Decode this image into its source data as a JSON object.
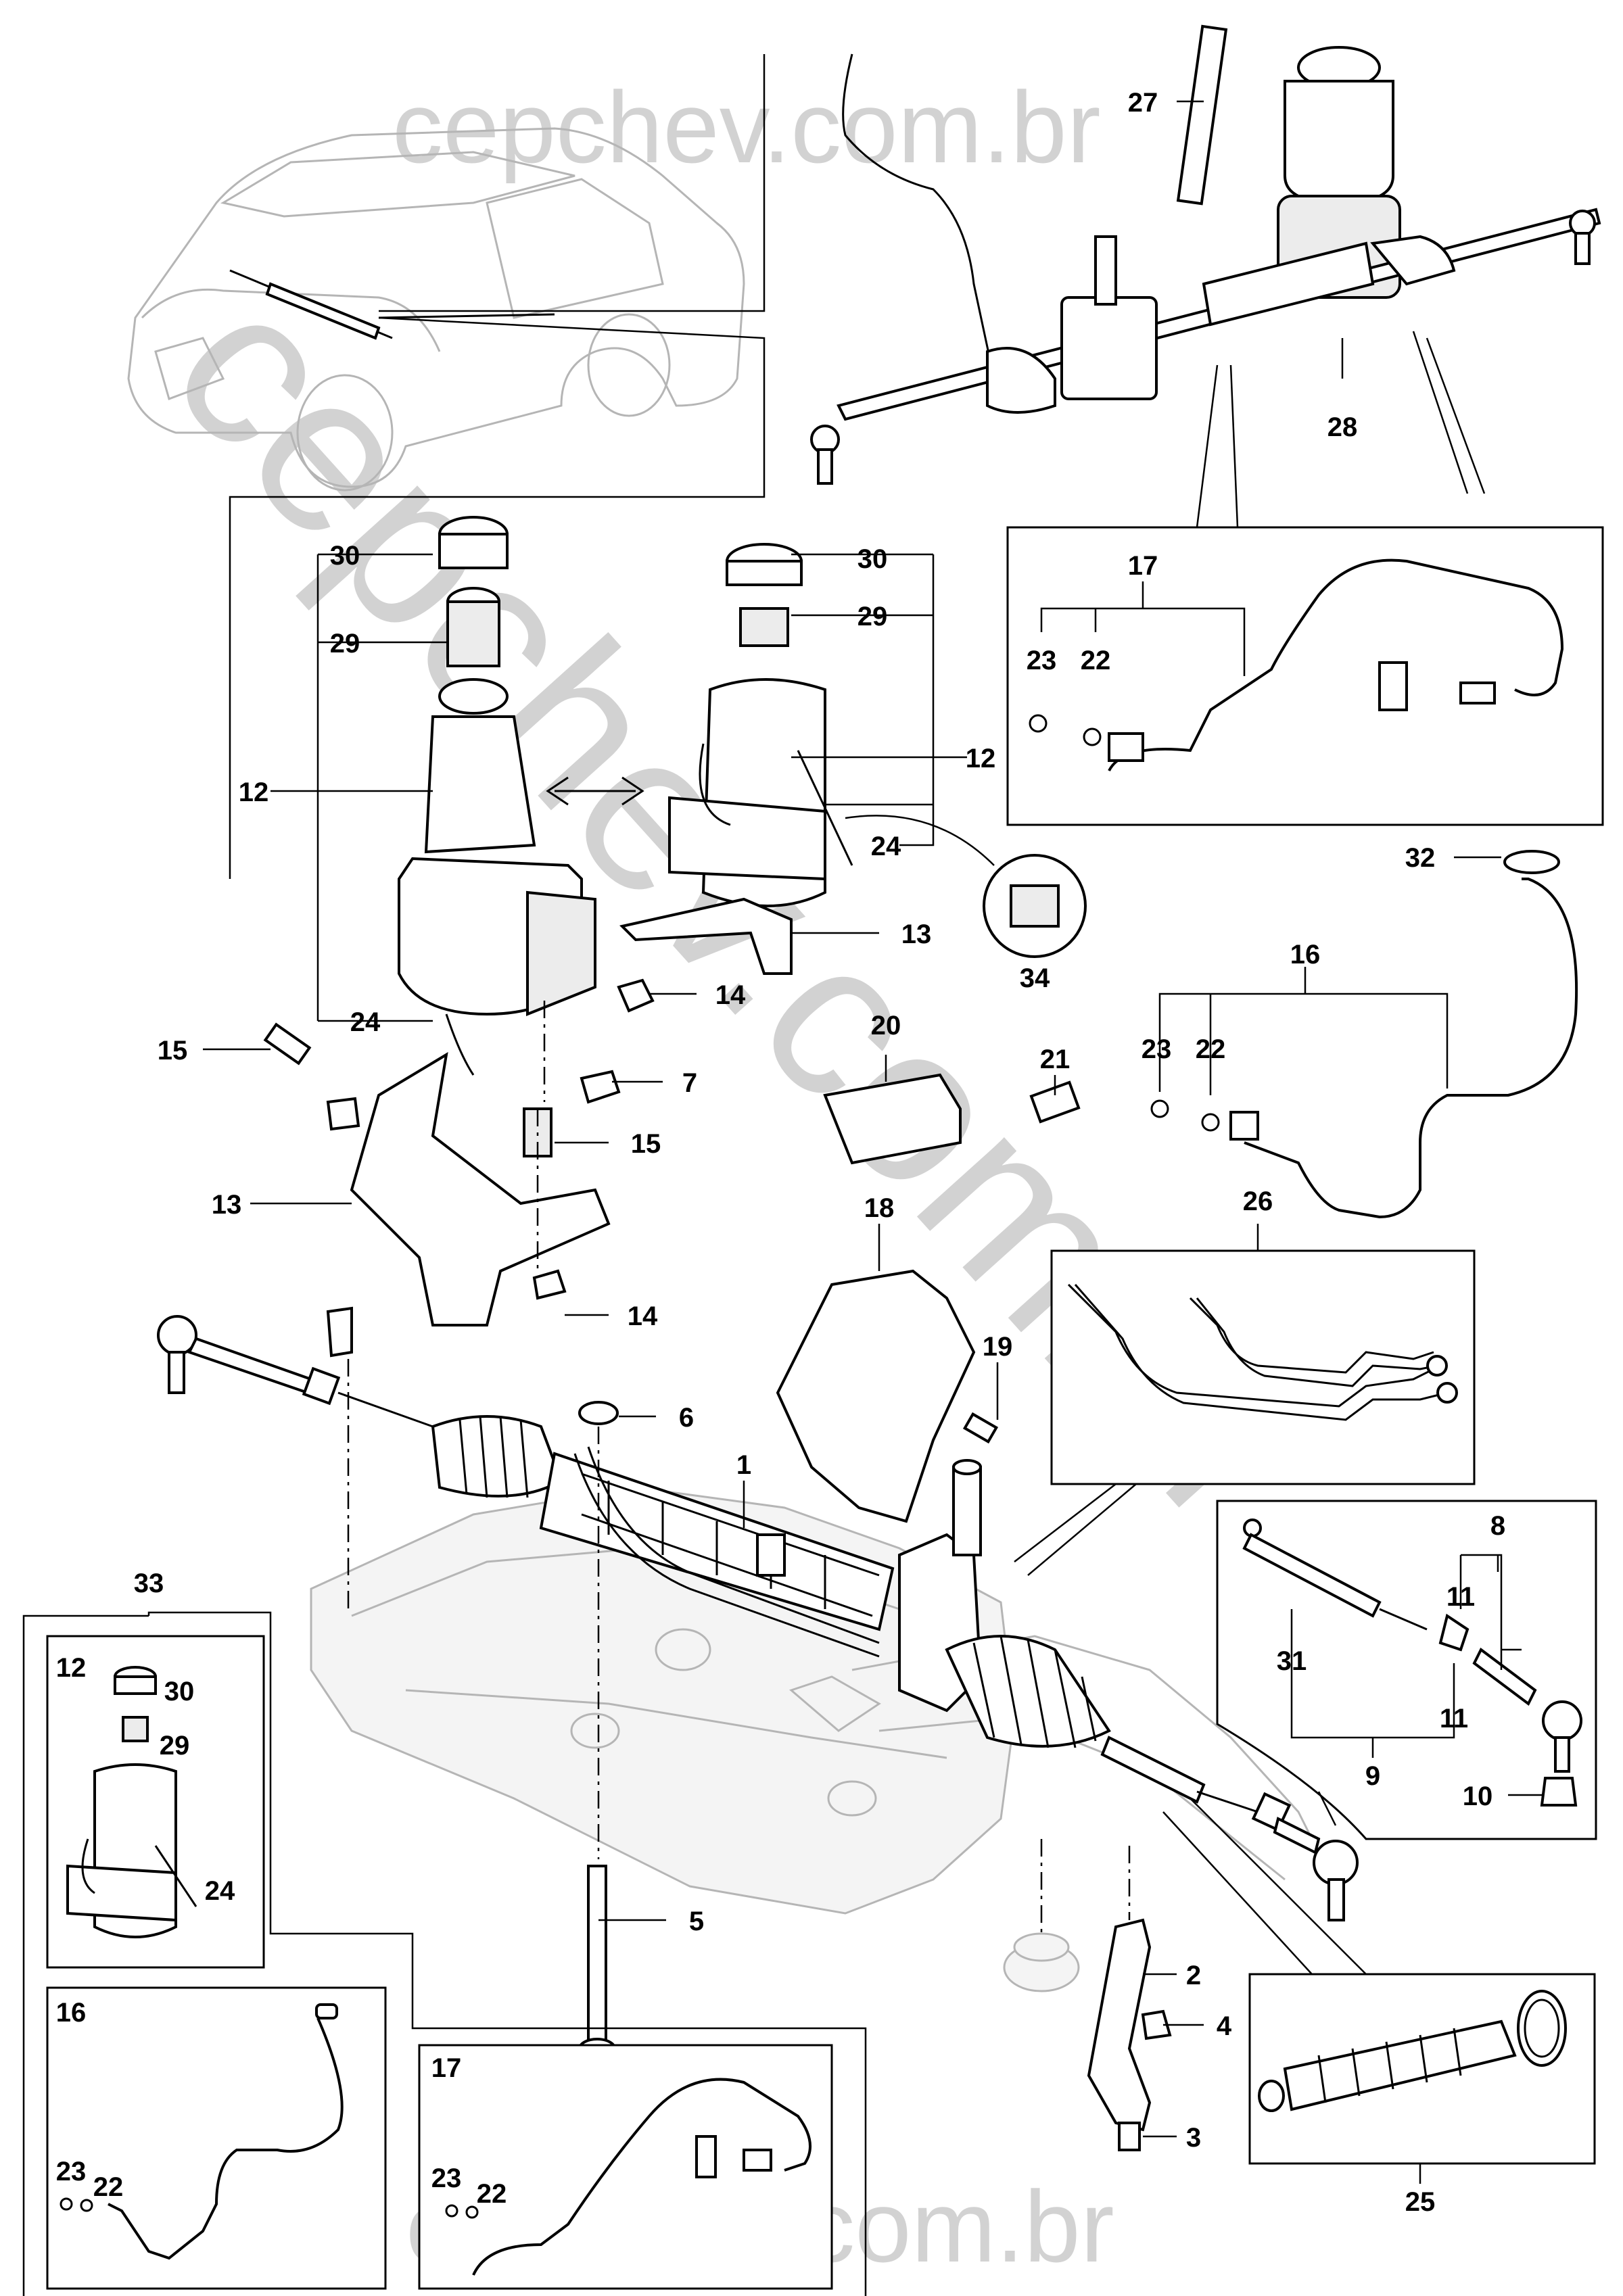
{
  "watermark": {
    "top": "cepchev.com.br",
    "diagonal": "cepchev.com.br",
    "bottom": "cepchev.com.br"
  },
  "callouts": {
    "c1": "1",
    "c2": "2",
    "c3": "3",
    "c4": "4",
    "c5": "5",
    "c6": "6",
    "c7": "7",
    "c8": "8",
    "c9": "9",
    "c10": "10",
    "c11a": "11",
    "c11b": "11",
    "c12a": "12",
    "c12b": "12",
    "c13a": "13",
    "c13b": "13",
    "c14a": "14",
    "c14b": "14",
    "c15a": "15",
    "c15b": "15",
    "c16": "16",
    "c17": "17",
    "c18": "18",
    "c19": "19",
    "c20": "20",
    "c21": "21",
    "c22a": "22",
    "c22b": "22",
    "c23a": "23",
    "c23b": "23",
    "c24a": "24",
    "c24b": "24",
    "c25": "25",
    "c26": "26",
    "c27": "27",
    "c28": "28",
    "c29a": "29",
    "c29b": "29",
    "c30a": "30",
    "c30b": "30",
    "c31": "31",
    "c32": "32",
    "c33": "33",
    "c34": "34"
  },
  "insets": {
    "box33": {
      "n12": "12",
      "n30": "30",
      "n29": "29",
      "n24": "24"
    },
    "box16": {
      "n16": "16",
      "n23": "23",
      "n22": "22"
    },
    "box17": {
      "n17": "17",
      "n23": "23",
      "n22": "22"
    }
  }
}
